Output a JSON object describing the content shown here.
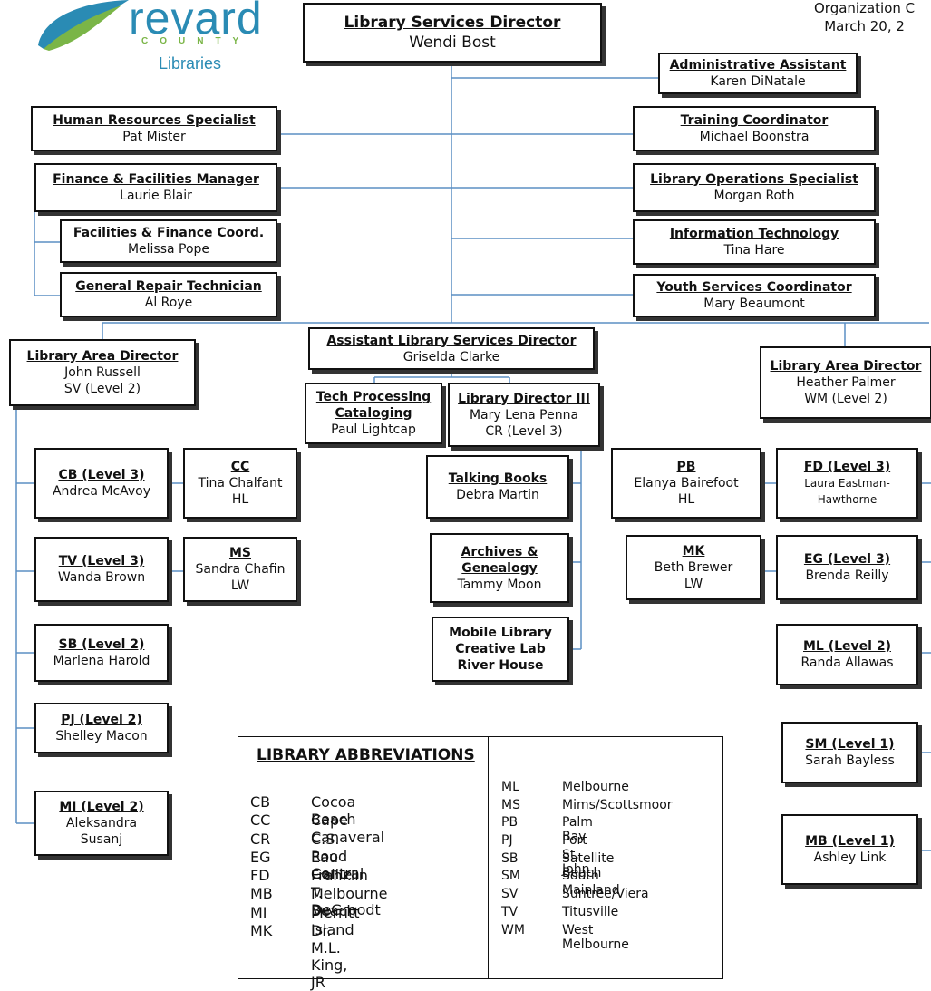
{
  "header": {
    "logo_word": "revard",
    "logo_county": "COUNTY",
    "logo_libraries": "Libraries",
    "doc_title": "Organization C",
    "doc_date": "March 20, 2"
  },
  "colors": {
    "logo_blue": "#2a8bb4",
    "logo_green": "#7ab547",
    "connector": "#5b8fc4"
  },
  "nodes": {
    "director": {
      "title": "Library Services Director",
      "name": "Wendi Bost"
    },
    "admin_assistant": {
      "title": "Administrative Assistant",
      "name": "Karen DiNatale"
    },
    "hr_specialist": {
      "title": "Human Resources Specialist",
      "name": "Pat Mister"
    },
    "training_coord": {
      "title": "Training Coordinator",
      "name": "Michael Boonstra"
    },
    "finance_manager": {
      "title": "Finance & Facilities Manager",
      "name": "Laurie Blair"
    },
    "ops_specialist": {
      "title": "Library Operations Specialist",
      "name": "Morgan Roth"
    },
    "facilities_coord": {
      "title": "Facilities & Finance Coord.",
      "name": "Melissa Pope"
    },
    "info_tech": {
      "title": "Information Technology",
      "name": "Tina Hare"
    },
    "repair_tech": {
      "title": "General Repair Technician",
      "name": "Al Roye"
    },
    "youth_coord": {
      "title": "Youth Services Coordinator",
      "name": "Mary Beaumont"
    },
    "asst_director": {
      "title": "Assistant Library Services Director",
      "name": "Griselda Clarke"
    },
    "area_dir_left": {
      "title": "Library Area Director",
      "name": "John Russell",
      "level": "SV (Level 2)"
    },
    "area_dir_right": {
      "title": "Library Area Director",
      "name": "Heather Palmer",
      "level": "WM (Level 2)"
    },
    "tech_processing": {
      "title1": "Tech Processing",
      "title2": "Cataloging",
      "name": "Paul Lightcap"
    },
    "lib_director_3": {
      "title": "Library Director III",
      "name": "Mary Lena Penna",
      "level": "CR (Level 3)"
    },
    "talking_books": {
      "title": "Talking Books",
      "name": "Debra Martin"
    },
    "archives": {
      "title1": "Archives &",
      "title2": "Genealogy",
      "name": "Tammy Moon"
    },
    "mobile_library": {
      "line1": "Mobile Library",
      "line2": "Creative Lab",
      "line3": "River House"
    },
    "cb": {
      "title": "CB (Level 3)",
      "name": "Andrea McAvoy"
    },
    "cc": {
      "title": "CC",
      "name": "Tina Chalfant",
      "note": "HL"
    },
    "tv": {
      "title": "TV (Level 3)",
      "name": "Wanda Brown"
    },
    "ms": {
      "title": "MS",
      "name": "Sandra Chafin",
      "note": "LW"
    },
    "sb": {
      "title": "SB (Level 2)",
      "name": "Marlena Harold"
    },
    "pj": {
      "title": "PJ (Level 2)",
      "name": "Shelley Macon"
    },
    "mi": {
      "title": "MI (Level 2)",
      "name1": "Aleksandra",
      "name2": "Susanj"
    },
    "pb": {
      "title": "PB",
      "name": "Elanya Bairefoot",
      "note": "HL"
    },
    "fd": {
      "title": "FD (Level 3)",
      "name1": "Laura Eastman-",
      "name2": "Hawthorne"
    },
    "mk": {
      "title": "MK",
      "name": "Beth Brewer",
      "note": "LW"
    },
    "eg": {
      "title": "EG (Level 3)",
      "name": "Brenda Reilly"
    },
    "ml": {
      "title": "ML (Level 2)",
      "name": "Randa Allawas"
    },
    "sm": {
      "title": "SM (Level 1)",
      "name": "Sarah Bayless"
    },
    "mb": {
      "title": "MB (Level 1)",
      "name": "Ashley Link"
    }
  },
  "abbreviations": {
    "heading": "LIBRARY ABBREVIATIONS",
    "left": [
      {
        "code": "CB",
        "name": "Cocoa Beach"
      },
      {
        "code": "CC",
        "name": "Cape Canaveral"
      },
      {
        "code": "CR",
        "name": "C.S. Rood Central"
      },
      {
        "code": "EG",
        "name": "Eau Gallie"
      },
      {
        "code": "FD",
        "name": "Franklin T. DeGroodt"
      },
      {
        "code": "MB",
        "name": "Melbourne Beach"
      },
      {
        "code": "MI",
        "name": "Merritt Island"
      },
      {
        "code": "MK",
        "name": "Dr. M.L. King, JR"
      }
    ],
    "right": [
      {
        "code": "ML",
        "name": "Melbourne"
      },
      {
        "code": "MS",
        "name": "Mims/Scottsmoor"
      },
      {
        "code": "PB",
        "name": "Palm Bay"
      },
      {
        "code": "PJ",
        "name": "Port St. John"
      },
      {
        "code": "SB",
        "name": "Satellite Beach"
      },
      {
        "code": "SM",
        "name": "South Mainland"
      },
      {
        "code": "SV",
        "name": "Suntree/Viera"
      },
      {
        "code": "TV",
        "name": "Titusville"
      },
      {
        "code": "WM",
        "name": "West Melbourne"
      }
    ]
  }
}
